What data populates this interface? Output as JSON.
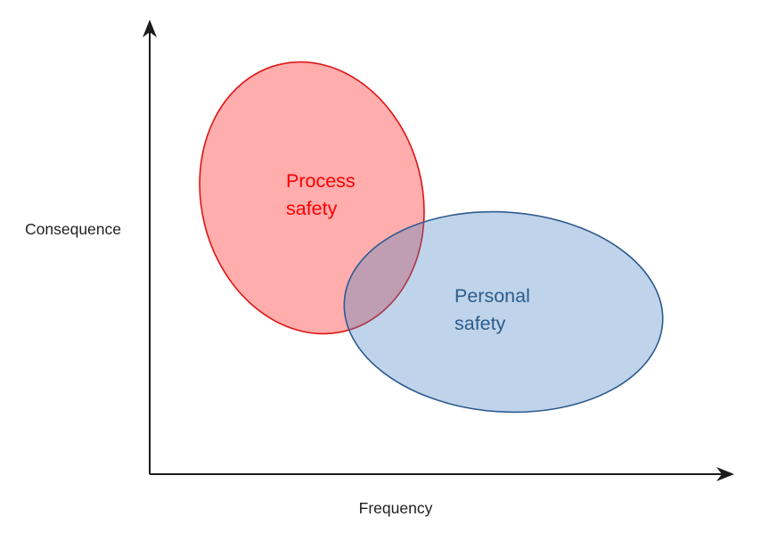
{
  "diagram": {
    "title_none_visible": "",
    "background_color": "#ffffff",
    "axes": {
      "x_label": "Frequency",
      "y_label": "Consequence",
      "axis_color": "#1b1b1b",
      "label_color": "#1f1f1f"
    },
    "regions": [
      {
        "name": "process-safety",
        "label": "Process\nsafety",
        "fill": "#ff0000",
        "fill_opacity": "0.32",
        "stroke": "#e01414",
        "text_color": "#fe0000",
        "position_hint": "high consequence, low frequency"
      },
      {
        "name": "personal-safety",
        "label": "Personal\nsafety",
        "fill": "#3c7bc0",
        "fill_opacity": "0.33",
        "stroke": "#2e5b8f",
        "text_color": "#2b5c8e",
        "position_hint": "lower consequence, higher frequency"
      }
    ]
  }
}
